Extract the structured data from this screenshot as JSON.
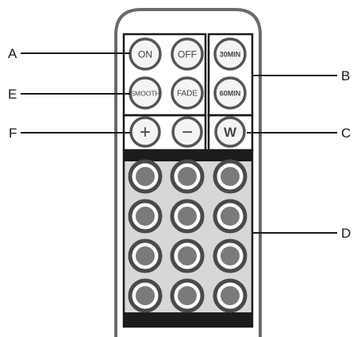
{
  "callouts": {
    "a": "A",
    "b": "B",
    "c": "C",
    "d": "D",
    "e": "E",
    "f": "F"
  },
  "buttons": {
    "on": "ON",
    "off": "OFF",
    "timer_30": "30MIN",
    "timer_60": "60MIN",
    "smooth": "SMOOTH",
    "fade": "FADE",
    "plus": "+",
    "minus": "−",
    "white": "W"
  },
  "color_grid": {
    "rows": 4,
    "cols": 3
  },
  "colors": {
    "outline": "#1a1a1a",
    "body_fill": "#ffffff",
    "button_ring": "#555555",
    "button_face": "#f4f4f4",
    "keypad_fill": "#d7d7d7",
    "band_fill": "#1c1c1c"
  }
}
